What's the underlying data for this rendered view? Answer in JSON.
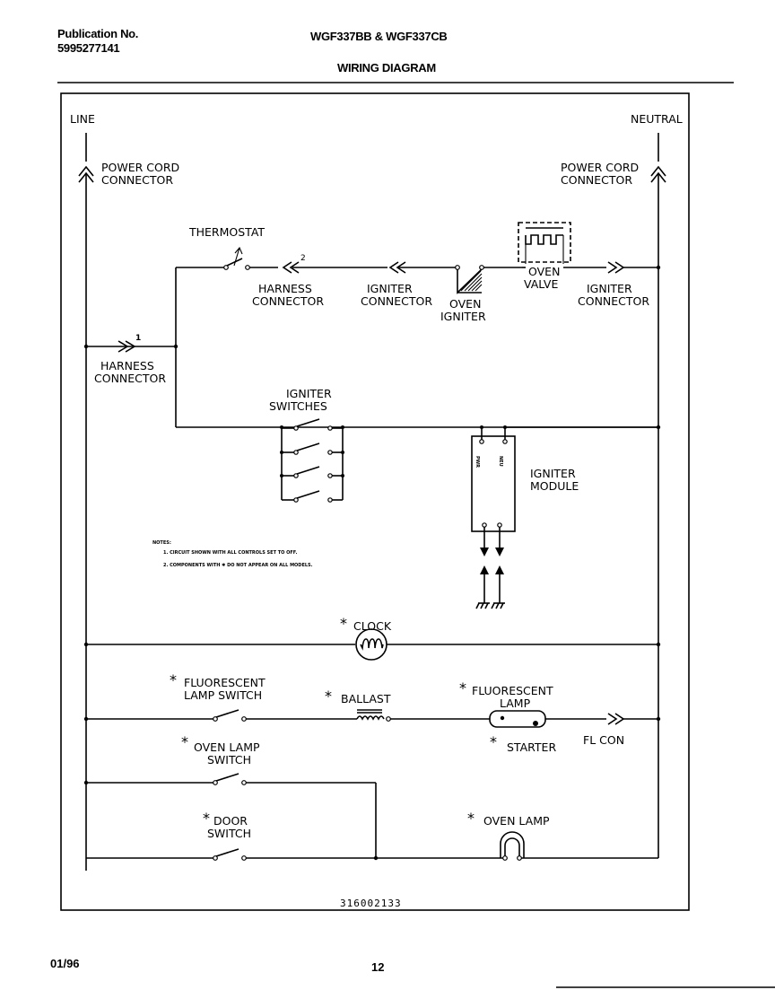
{
  "header": {
    "publication_label": "Publication No.",
    "publication_number": "5995277141",
    "models": "WGF337BB & WGF337CB",
    "title": "WIRING DIAGRAM"
  },
  "footer": {
    "date": "01/96",
    "page": "12"
  },
  "diagram": {
    "line_label": "LINE",
    "neutral_label": "NEUTRAL",
    "power_cord_left": [
      "POWER CORD",
      "CONNECTOR"
    ],
    "power_cord_right": [
      "POWER CORD",
      "CONNECTOR"
    ],
    "thermostat": "THERMOSTAT",
    "pin_2": "2",
    "pin_1": "1",
    "harness_connector_top": [
      "HARNESS",
      "CONNECTOR"
    ],
    "igniter_connector_top": [
      "IGNITER",
      "CONNECTOR"
    ],
    "oven_igniter": [
      "OVEN",
      "IGNITER"
    ],
    "oven_valve": [
      "OVEN",
      "VALVE"
    ],
    "igniter_connector_right": [
      "IGNITER",
      "CONNECTOR"
    ],
    "harness_connector_left": [
      "HARNESS",
      "CONNECTOR"
    ],
    "igniter_switches": [
      "IGNITER",
      "SWITCHES"
    ],
    "igniter_module": [
      "IGNITER",
      "MODULE"
    ],
    "module_pin_left": "PWR",
    "module_pin_right": "NEU",
    "notes": {
      "heading": "NOTES:",
      "items": [
        "1.  CIRCUIT SHOWN WITH ALL CONTROLS SET TO OFF.",
        "2.  COMPONENTS WITH ✱ DO NOT APPEAR ON ALL MODELS."
      ]
    },
    "asterisk": "*",
    "clock": "CLOCK",
    "fluorescent_lamp_switch": [
      "FLUORESCENT",
      "LAMP SWITCH"
    ],
    "ballast": "BALLAST",
    "fluorescent_lamp": [
      "FLUORESCENT",
      "LAMP"
    ],
    "starter": "STARTER",
    "fl_con": "FL CON",
    "oven_lamp_switch": [
      "OVEN LAMP",
      "SWITCH"
    ],
    "door_switch": [
      "DOOR",
      "SWITCH"
    ],
    "oven_lamp": "OVEN LAMP",
    "document_number": "316002133"
  }
}
